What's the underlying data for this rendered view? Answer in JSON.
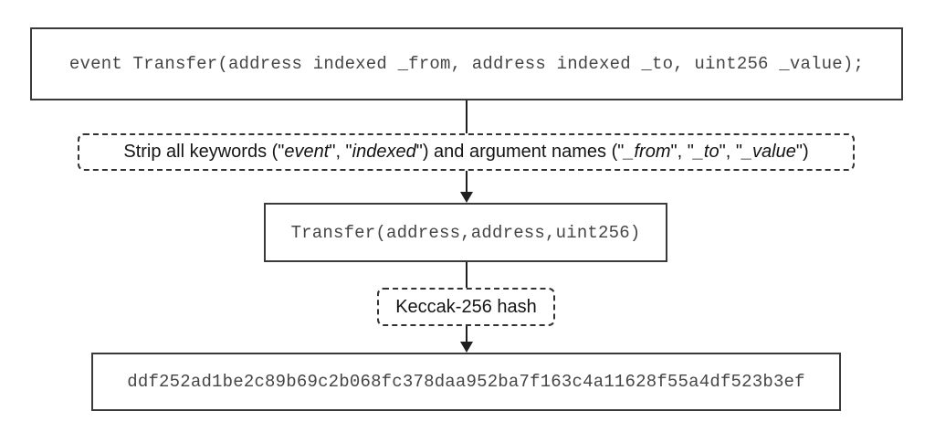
{
  "diagram": {
    "colors": {
      "background": "#ffffff",
      "solid_box_border": "#3a3a3a",
      "dashed_box_border": "#333333",
      "arrow": "#1f1f1f",
      "code_text": "#454545",
      "label_text": "#141414"
    },
    "nodes": {
      "event_declaration": {
        "text": "event Transfer(address indexed _from, address indexed _to, uint256 _value);"
      },
      "strip_label": {
        "segments": [
          {
            "text": "Strip all keywords (\"",
            "italic": false
          },
          {
            "text": "event",
            "italic": true
          },
          {
            "text": "\", \"",
            "italic": false
          },
          {
            "text": "indexed",
            "italic": true
          },
          {
            "text": "\") and argument names (\"",
            "italic": false
          },
          {
            "text": "_from",
            "italic": true
          },
          {
            "text": "\", \"",
            "italic": false
          },
          {
            "text": "_to",
            "italic": true
          },
          {
            "text": "\", \"",
            "italic": false
          },
          {
            "text": "_value",
            "italic": true
          },
          {
            "text": "\")",
            "italic": false
          }
        ]
      },
      "canonical_signature": {
        "text": "Transfer(address,address,uint256)"
      },
      "keccak_label": {
        "text": "Keccak-256 hash"
      },
      "hash_output": {
        "text": "ddf252ad1be2c89b69c2b068fc378daa952ba7f163c4a11628f55a4df523b3ef"
      }
    }
  }
}
